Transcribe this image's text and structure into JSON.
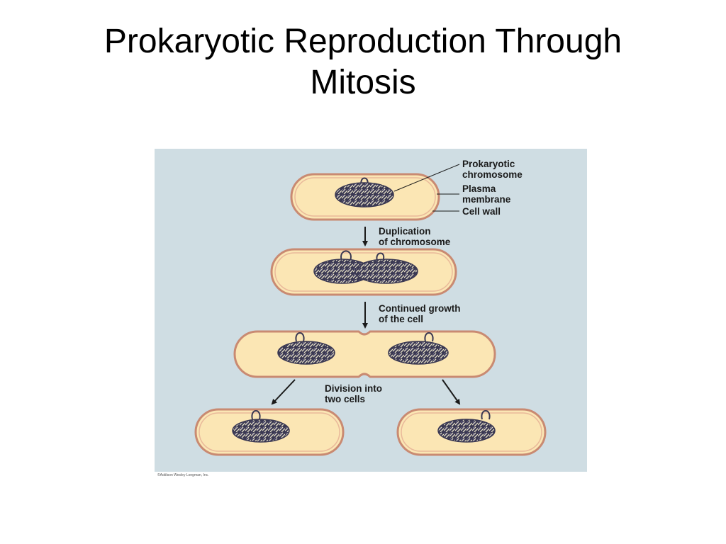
{
  "slide": {
    "title_line1": "Prokaryotic Reproduction Through",
    "title_line2": "Mitosis"
  },
  "diagram": {
    "labels": {
      "chromosome_1": "Prokaryotic",
      "chromosome_2": "chromosome",
      "plasma_1": "Plasma",
      "plasma_2": "membrane",
      "cell_wall": "Cell wall",
      "duplication_1": "Duplication",
      "duplication_2": "of chromosome",
      "growth_1": "Continued growth",
      "growth_2": "of the cell",
      "division_1": "Division into",
      "division_2": "two cells"
    },
    "credit": "©Addison Wesley Longman, Inc."
  },
  "colors": {
    "panel": "#cfdde3",
    "cell_fill": "#fbe6b4",
    "cell_wall": "#c98a72",
    "chromosome": "#3a3852",
    "arrow": "#1a1a1a"
  }
}
